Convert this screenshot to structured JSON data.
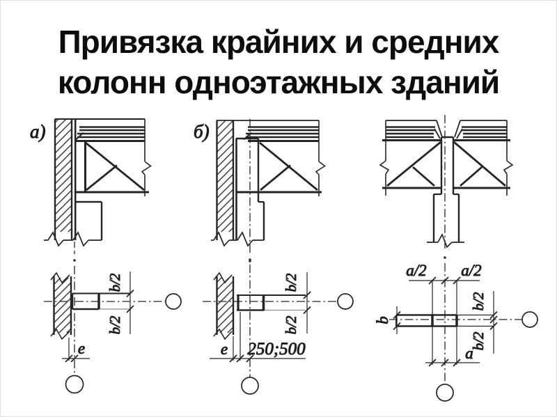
{
  "title": {
    "line1": "Привязка крайних и средних",
    "line2": "колонн одноэтажных зданий"
  },
  "figures": {
    "section_a": {
      "label": "а)"
    },
    "section_b": {
      "label": "б)"
    },
    "plan_a": {
      "dim_b2_top": "b/2",
      "dim_b2_bottom": "b/2",
      "dim_e": "e"
    },
    "plan_b": {
      "dim_b2_top": "b/2",
      "dim_b2_bottom": "b/2",
      "dim_e": "e",
      "dim_offset": "250;500"
    },
    "plan_mid": {
      "dim_a2_left": "a/2",
      "dim_a2_right": "a/2",
      "dim_b": "b",
      "dim_b2_top": "b/2",
      "dim_b2_bottom": "b/2",
      "dim_a": "a"
    }
  },
  "colors": {
    "ink": "#1f1f1f",
    "background": "#ffffff"
  }
}
